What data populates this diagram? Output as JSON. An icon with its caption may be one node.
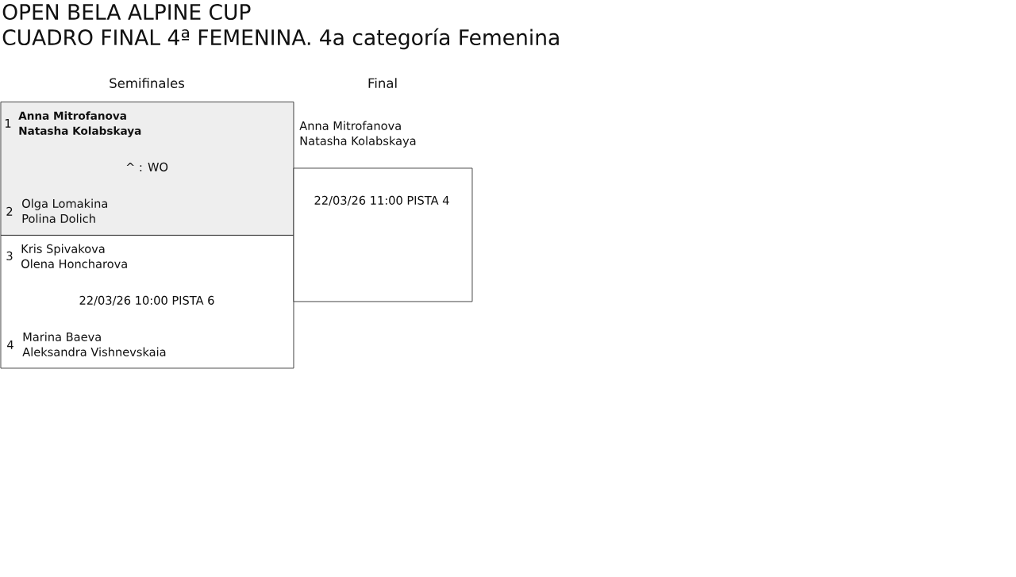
{
  "diagram": {
    "title": "OPEN BELA ALPINE CUP",
    "nodes": [
      {
        "text": [
          "1",
          "Anna Mitrofanova",
          "Natasha Kolabskaya",
          "^ : WO",
          "2",
          "Olga Lomakina",
          "Polina Dolich"
        ]
      },
      {
        "text": [
          "3",
          "Kris Spivakova",
          "Olena Honcharova",
          "22/03/26 10:00 PISTA 6",
          "4",
          "Marina Baeva",
          "Aleksandra Vishnevskaia"
        ]
      },
      {
        "text": [
          "22/03/26 11:00 PISTA 4"
        ],
        "beside": [
          "Anna Mitrofanova",
          "Natasha Kolabskaya"
        ]
      }
    ],
    "labels": [
      "CUADRO FINAL 4ª FEMENINA. 4a categoría Femenina",
      "Semifinales",
      "Final"
    ]
  }
}
